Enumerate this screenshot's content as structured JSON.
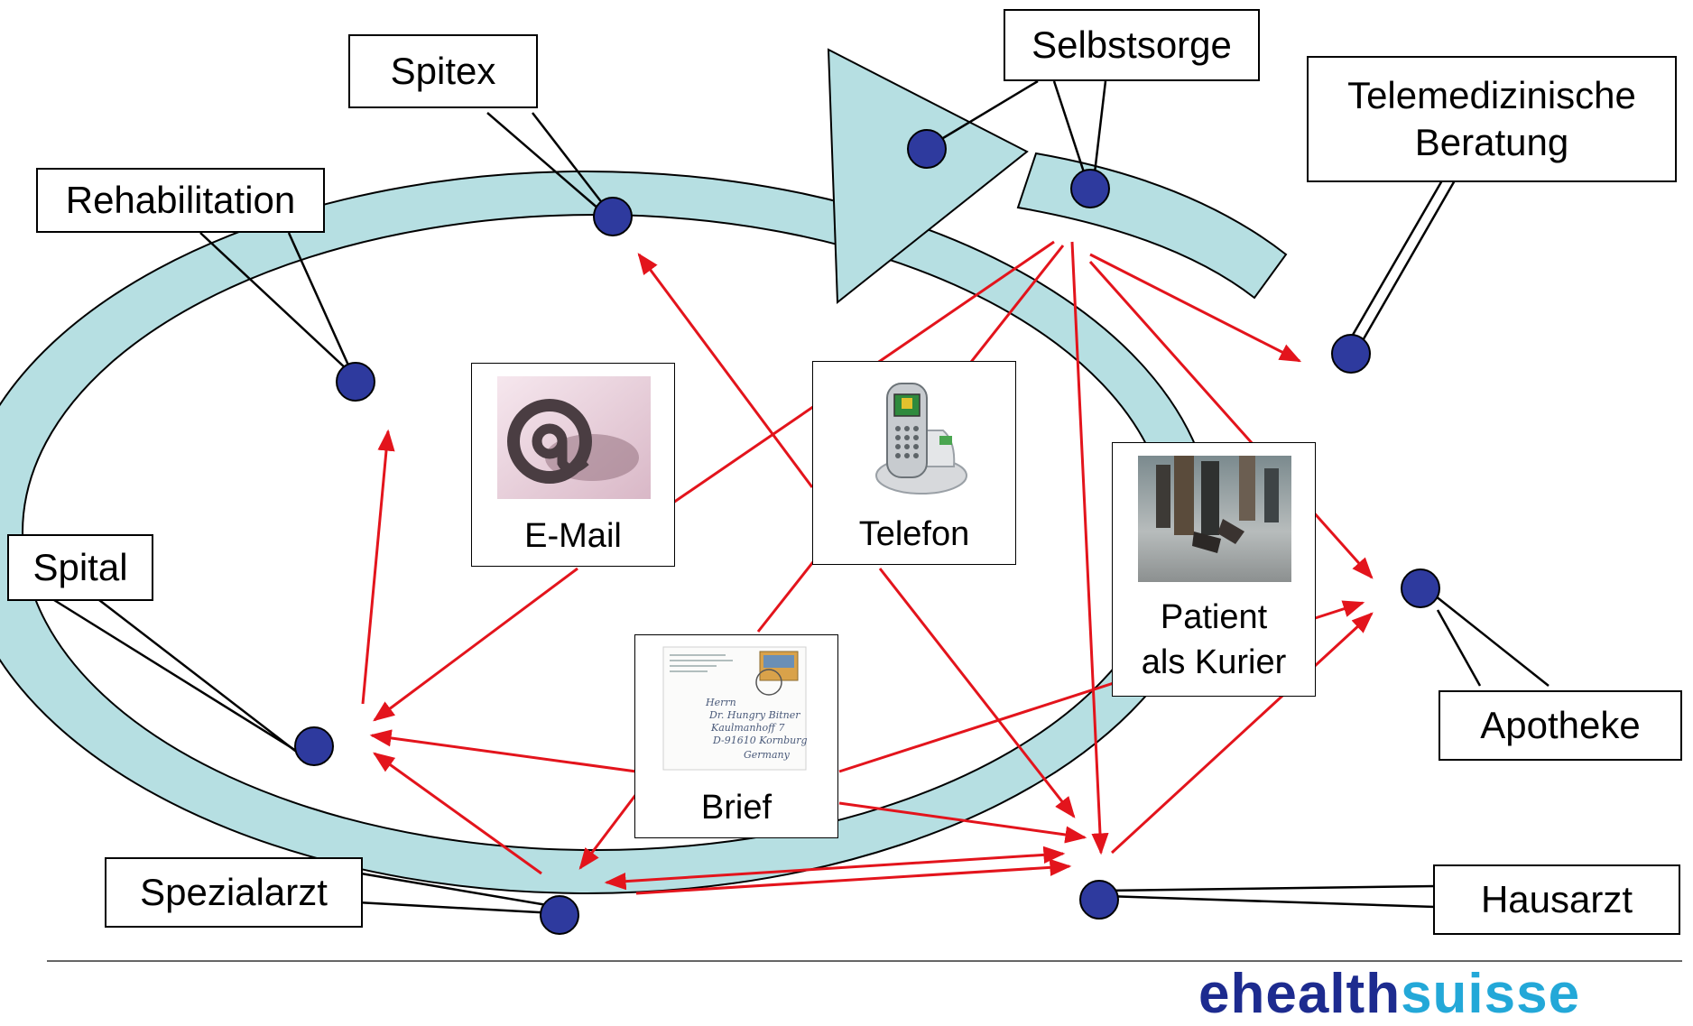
{
  "nodes": {
    "spitex": "Spitex",
    "selbstsorge": "Selbstsorge",
    "telemedizin": "Telemedizinische Beratung",
    "rehabilitation": "Rehabilitation",
    "spital": "Spital",
    "apotheke": "Apotheke",
    "spezialarzt": "Spezialarzt",
    "hausarzt": "Hausarzt"
  },
  "media": {
    "email": "E-Mail",
    "telefon": "Telefon",
    "brief": "Brief",
    "kurier_line1": "Patient",
    "kurier_line2": "als Kurier"
  },
  "letter": {
    "l1": "Herrn",
    "l2": "Dr. Hungry Bitner",
    "l3": "Kaulmanhoff 7",
    "l4": "D-91610 Kornburg",
    "l5": "Germany"
  },
  "brand": {
    "part1": "ehealth",
    "part2": "suisse"
  },
  "colors": {
    "ring_fill": "#b6dfe2",
    "ring_stroke": "#000000",
    "node_fill": "#2e3a9e",
    "arrow": "#e3141c",
    "brand_dark": "#1d2b8f",
    "brand_light": "#23a8d8"
  }
}
